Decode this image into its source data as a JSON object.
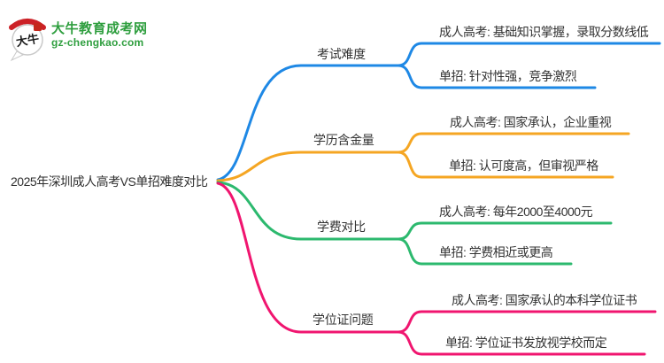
{
  "logo": {
    "icon_text": "大牛",
    "name": "大牛教育成考网",
    "domain": "gz-chengkao.com",
    "text_color": "#2E9E3E",
    "arc_color": "#CC2127",
    "seal_color": "#C5281C"
  },
  "root": {
    "title": "2025年深圳成人高考VS单招难度对比"
  },
  "branches": [
    {
      "label": "考试难度",
      "color": "#1E88E5",
      "leaves": [
        {
          "text": "成人高考: 基础知识掌握，录取分数线低"
        },
        {
          "text": "单招: 针对性强，竞争激烈"
        }
      ]
    },
    {
      "label": "学历含金量",
      "color": "#F5A623",
      "leaves": [
        {
          "text": "成人高考: 国家承认，企业重视"
        },
        {
          "text": "单招: 认可度高，但审视严格"
        }
      ]
    },
    {
      "label": "学费对比",
      "color": "#2CB96E",
      "leaves": [
        {
          "text": "成人高考: 每年2000至4000元"
        },
        {
          "text": "单招: 学费相近或更高"
        }
      ]
    },
    {
      "label": "学位证问题",
      "color": "#F0156F",
      "leaves": [
        {
          "text": "成人高考: 国家承认的本科学位证书"
        },
        {
          "text": "单招: 学位证书发放视学校而定"
        }
      ]
    }
  ]
}
